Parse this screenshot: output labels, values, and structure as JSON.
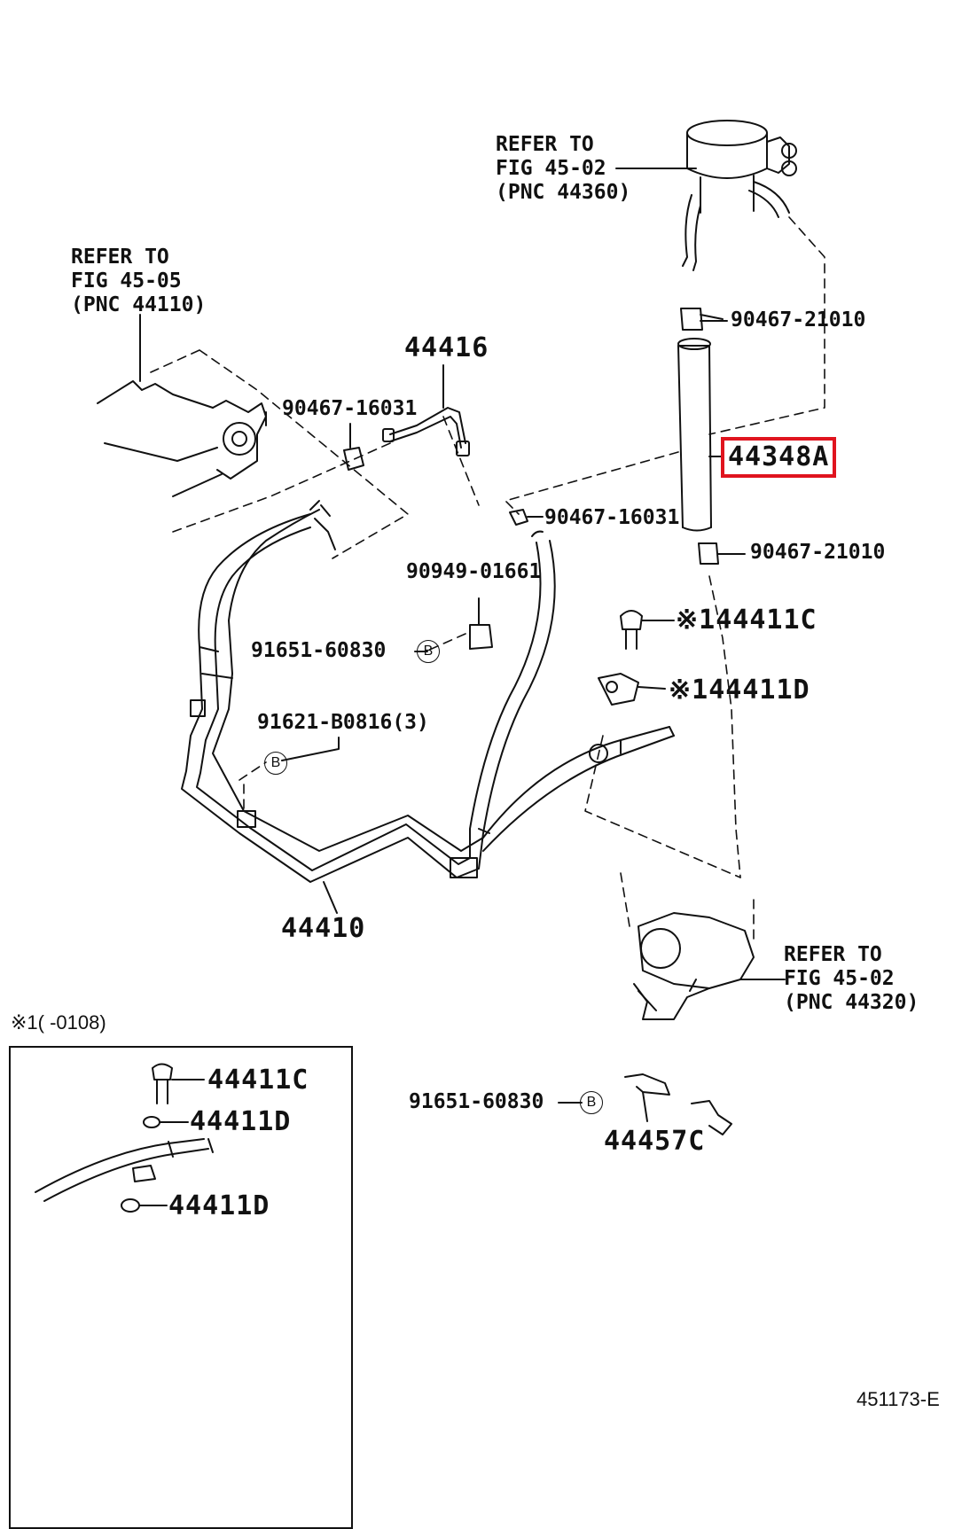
{
  "refs": {
    "reservoir": [
      "REFER TO",
      "FIG 45-02",
      "(PNC 44360)"
    ],
    "gear": [
      "REFER TO",
      "FIG 45-05",
      "(PNC 44110)"
    ],
    "pump": [
      "REFER TO",
      "FIG 45-02",
      "(PNC 44320)"
    ]
  },
  "parts": {
    "p44416": "44416",
    "p44348A": "44348A",
    "p44410": "44410",
    "p44411C": "※144411C",
    "p44411D": "※144411D",
    "p44457C": "44457C",
    "clip_90467_21010_top": "90467-21010",
    "clip_90467_21010_bot": "90467-21010",
    "clip_90467_16031_left": "90467-16031",
    "clip_90467_16031_right": "90467-16031",
    "clamp_90949": "90949-01661",
    "bolt_91651_a": "91651-60830",
    "bolt_91651_b": "91651-60830",
    "bolt_91621": "91621-B0816(3)"
  },
  "markers": {
    "b": "B"
  },
  "inset": {
    "title": "※1(       -0108)",
    "p44411C": "44411C",
    "p44411D_top": "44411D",
    "p44411D_bot": "44411D"
  },
  "footer": {
    "figure_code": "451173-E"
  },
  "colors": {
    "highlight": "#e0141e",
    "ink": "#111111"
  },
  "highlighted_part": "44348A"
}
